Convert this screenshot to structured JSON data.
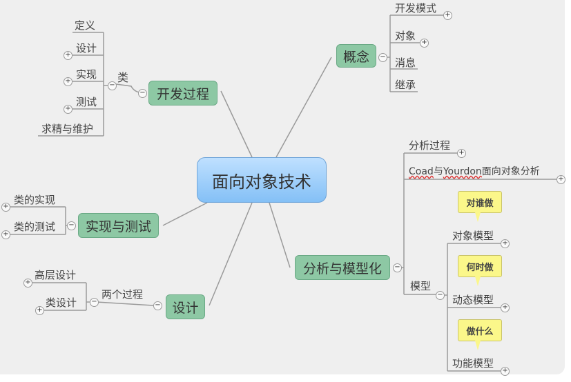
{
  "central": "面向对象技术",
  "branches": {
    "dev": {
      "label": "开发过程",
      "sub": "类",
      "items": [
        "定义",
        "设计",
        "实现",
        "测试",
        "求精与维护"
      ]
    },
    "concept": {
      "label": "概念",
      "items": [
        "开发模式",
        "对象",
        "消息",
        "继承"
      ]
    },
    "impl": {
      "label": "实现与测试",
      "items": [
        "类的实现",
        "类的测试"
      ]
    },
    "design": {
      "label": "设计",
      "sub": "两个过程",
      "items": [
        "高层设计",
        "类设计"
      ]
    },
    "analysis": {
      "label": "分析与模型化",
      "items": [
        "分析过程",
        "Coad与Yourdon面向对象分析"
      ],
      "coad_a": "Coad",
      "coad_b": "与",
      "coad_c": "Yourdon",
      "coad_d": "面向对象分析",
      "model": "模型",
      "models": [
        {
          "name": "对象模型",
          "note": "对谁做"
        },
        {
          "name": "动态模型",
          "note": "何时做"
        },
        {
          "name": "功能模型",
          "note": "做什么"
        }
      ]
    }
  },
  "icons": {
    "expand": "+",
    "collapse": "−"
  }
}
